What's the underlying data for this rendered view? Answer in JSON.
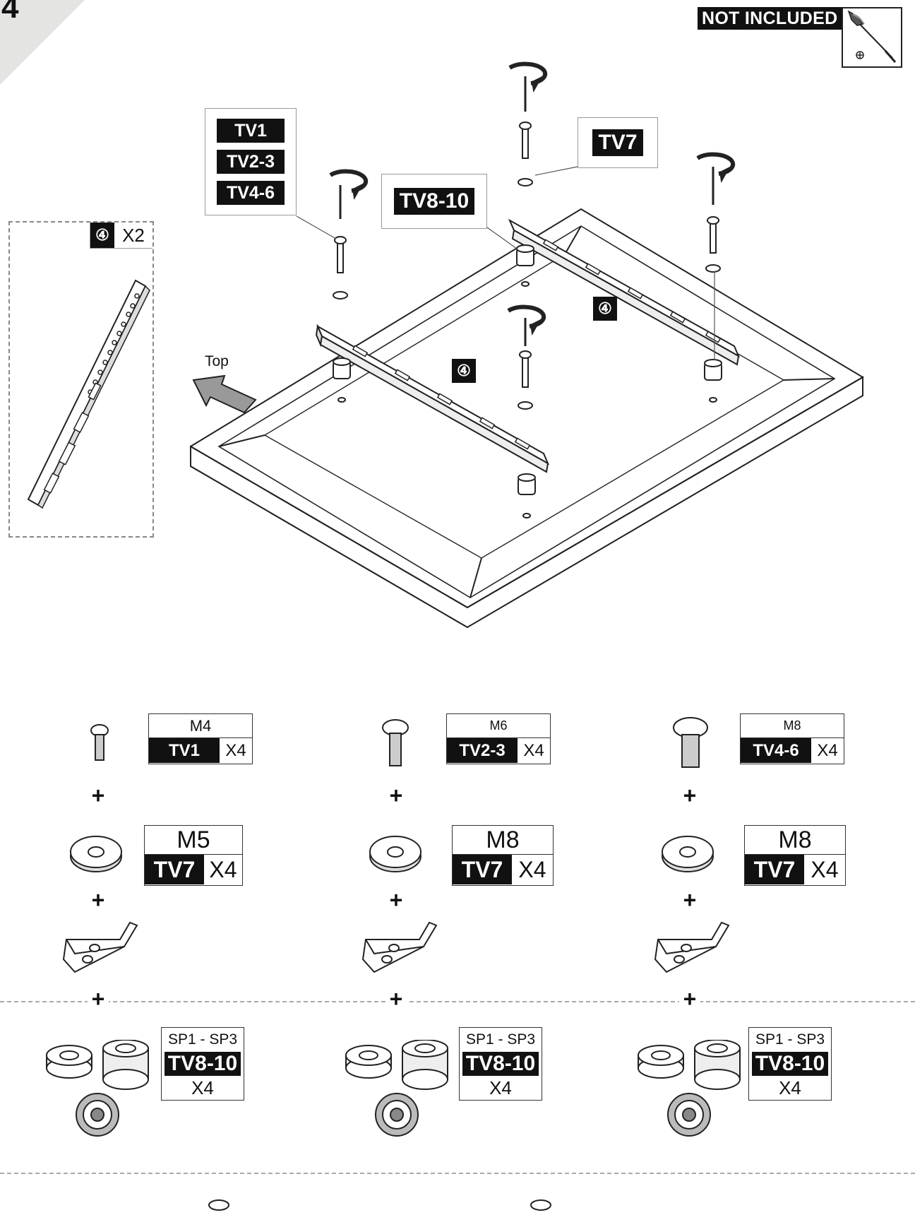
{
  "step": {
    "number": "4"
  },
  "not_included": {
    "label": "NOT INCLUDED",
    "tool_icon": "phillips-screwdriver-icon"
  },
  "tv_list": [
    "TV1",
    "TV2-3",
    "TV4-6"
  ],
  "callouts": {
    "tv7": "TV7",
    "tv8_10": "TV8-10"
  },
  "part_box": {
    "part_number": "④",
    "quantity": "X2"
  },
  "top_label": "Top",
  "part_markers": [
    "④",
    "④"
  ],
  "screw_specs": [
    {
      "size": "M4",
      "tv": "TV1",
      "qty": "X4"
    },
    {
      "size": "M6",
      "tv": "TV2-3",
      "qty": "X4"
    },
    {
      "size": "M8",
      "tv": "TV4-6",
      "qty": "X4"
    }
  ],
  "washer_specs": [
    {
      "size": "M5",
      "tv": "TV7",
      "qty": "X4"
    },
    {
      "size": "M8",
      "tv": "TV7",
      "qty": "X4"
    },
    {
      "size": "M8",
      "tv": "TV7",
      "qty": "X4"
    }
  ],
  "spacer_specs": [
    {
      "range": "SP1 - SP3",
      "tv": "TV8-10",
      "qty": "X4"
    },
    {
      "range": "SP1 - SP3",
      "tv": "TV8-10",
      "qty": "X4"
    },
    {
      "range": "SP1 - SP3",
      "tv": "TV8-10",
      "qty": "X4"
    }
  ],
  "plus_sign": "+"
}
